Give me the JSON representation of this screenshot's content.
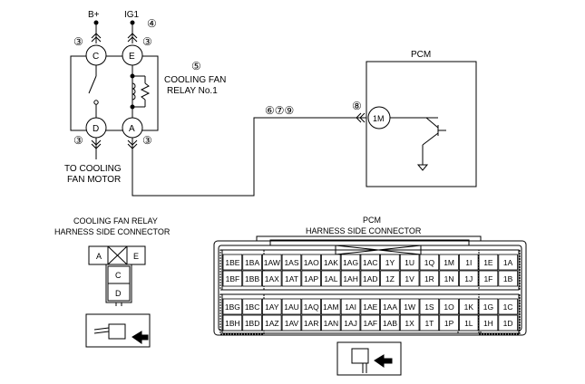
{
  "circuit": {
    "top_labels": {
      "bplus": "B+",
      "ig1": "IG1",
      "ig1_note": "④"
    },
    "terminals": {
      "c": "C",
      "e": "E",
      "d": "D",
      "a": "A"
    },
    "notes": {
      "c": "③",
      "e": "③",
      "d": "③",
      "a": "③"
    },
    "relay": {
      "num": "⑤",
      "line1": "COOLING FAN",
      "line2": "RELAY No.1"
    },
    "fan_motor": {
      "line1": "TO COOLING",
      "line2": "FAN MOTOR"
    },
    "wire_notes": "⑥⑦⑨",
    "pcm": {
      "title": "PCM",
      "pin": "1M",
      "pin_note": "⑧"
    }
  },
  "relay_connector": {
    "title1": "COOLING FAN RELAY",
    "title2": "HARNESS SIDE CONNECTOR",
    "cells": [
      "A",
      "E",
      "C",
      "D"
    ]
  },
  "pcm_connector": {
    "title1": "PCM",
    "title2": "HARNESS SIDE CONNECTOR",
    "row1": [
      "1BE",
      "1BA",
      "1AW",
      "1AS",
      "1AO",
      "1AK",
      "1AG",
      "1AC",
      "1Y",
      "1U",
      "1Q",
      "1M",
      "1I",
      "1E",
      "1A"
    ],
    "row2": [
      "1BF",
      "1BB",
      "1AX",
      "1AT",
      "1AP",
      "1AL",
      "1AH",
      "1AD",
      "1Z",
      "1V",
      "1R",
      "1N",
      "1J",
      "1F",
      "1B"
    ],
    "row3": [
      "1BG",
      "1BC",
      "1AY",
      "1AU",
      "1AQ",
      "1AM",
      "1AI",
      "1AE",
      "1AA",
      "1W",
      "1S",
      "1O",
      "1K",
      "1G",
      "1C"
    ],
    "row4": [
      "1BH",
      "1BD",
      "1AZ",
      "1AV",
      "1AR",
      "1AN",
      "1AJ",
      "1AF",
      "1AB",
      "1X",
      "1T",
      "1P",
      "1L",
      "1H",
      "1D"
    ]
  }
}
